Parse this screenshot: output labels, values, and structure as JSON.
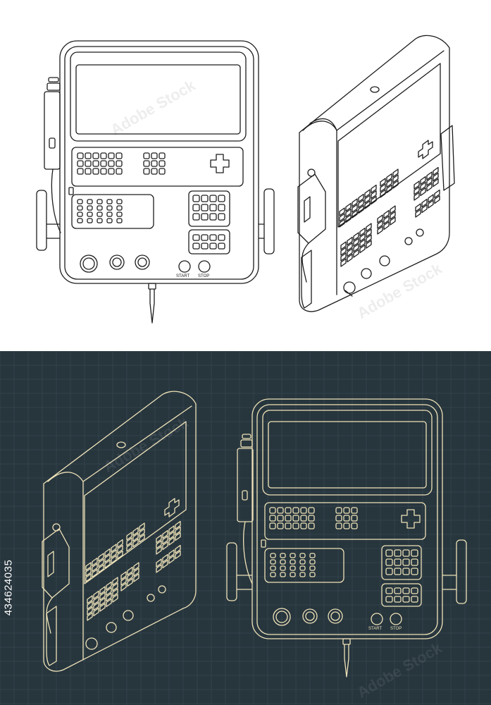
{
  "drawing": {
    "labels": {
      "start": "START",
      "stop": "STOP"
    },
    "stock_id": "434624035",
    "watermark": "Adobe Stock",
    "colors": {
      "light_background": "#ffffff",
      "light_line": "#1c1c1c",
      "dark_background": "#27353d",
      "dark_grid": "#33434b",
      "dark_line": "#efe3b9"
    }
  }
}
